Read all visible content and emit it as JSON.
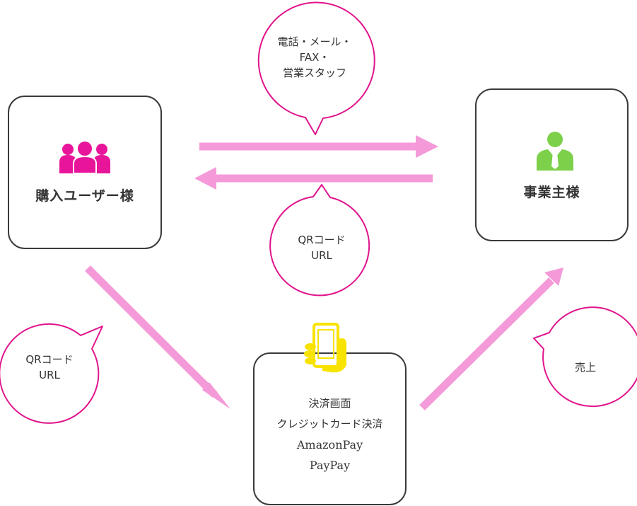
{
  "nodes": {
    "buyer": {
      "label": "購入ユーザー様",
      "icon": "people-icon"
    },
    "business": {
      "label": "事業主様",
      "icon": "businessman-icon"
    },
    "payment": {
      "icon": "smartphone-hand-icon",
      "lines": [
        "決済画面",
        "クレジットカード決済",
        "AmazonPay",
        "PayPay"
      ]
    }
  },
  "bubbles": {
    "contact": {
      "lines": [
        "電話・メール・",
        "FAX・",
        "営業スタッフ"
      ]
    },
    "qr_top": {
      "lines": [
        "QRコード",
        "URL"
      ]
    },
    "qr_left": {
      "lines": [
        "QRコード",
        "URL"
      ]
    },
    "sales": {
      "lines": [
        "売上"
      ]
    }
  },
  "colors": {
    "arrow": "#f49ad8",
    "bubble_border": "#e0148c",
    "people_icon": "#e8159b",
    "business_icon": "#7cd04a",
    "phone_icon": "#f8e300",
    "box_border": "#3a3a3a"
  }
}
